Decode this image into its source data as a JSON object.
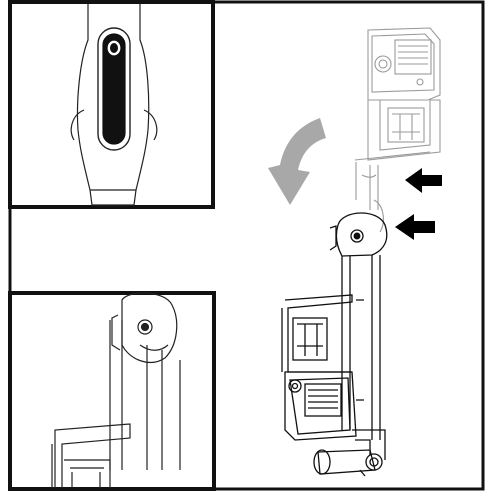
{
  "figure": {
    "panels": [
      {
        "id": "inset-top",
        "description_icon": "handle-release-button-icon"
      },
      {
        "id": "inset-bottom",
        "description_icon": "hinge-pivot-icon"
      },
      {
        "id": "main",
        "description_icon": "stick-vacuum-fold-icon"
      }
    ],
    "colors": {
      "line": "#111111",
      "ghost": "#9a9a9a",
      "arrow_gray": "#a8a8a8",
      "black": "#000000",
      "background": "#ffffff"
    },
    "arrows": [
      {
        "name": "push-arrow-upper",
        "direction": "left"
      },
      {
        "name": "push-arrow-lower",
        "direction": "left"
      },
      {
        "name": "fold-rotation-arrow",
        "direction": "counterclockwise-down"
      }
    ]
  }
}
